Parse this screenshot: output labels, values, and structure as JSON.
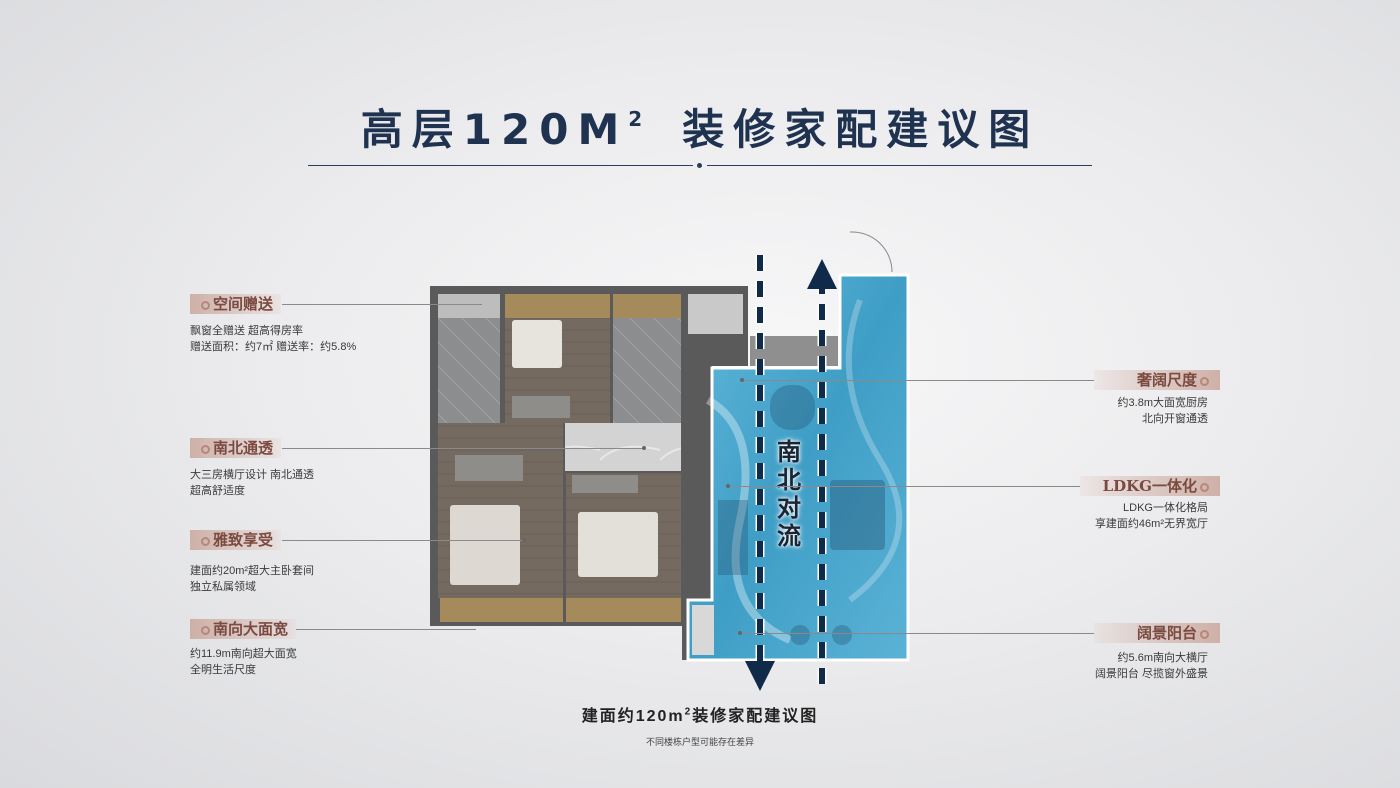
{
  "title": {
    "main": "高层120M",
    "sup": "2",
    "sub": "装修家配建议图"
  },
  "labels": [
    {
      "key": "gift",
      "tag": "空间赠送",
      "lines": [
        "飘窗全赠送 超高得房率",
        "赠送面积：约7㎡ 赠送率：约5.8%"
      ]
    },
    {
      "key": "through",
      "tag": "南北通透",
      "lines": [
        "大三房横厅设计 南北通透",
        "超高舒适度"
      ]
    },
    {
      "key": "elegant",
      "tag": "雅致享受",
      "lines": [
        "建面约20m²超大主卧套间",
        "独立私属领域"
      ]
    },
    {
      "key": "wide",
      "tag": "南向大面宽",
      "lines": [
        "约11.9m南向超大面宽",
        "全明生活尺度"
      ]
    },
    {
      "key": "luxury",
      "tag": "奢阔尺度",
      "lines": [
        "约3.8m大面宽厨房",
        "北向开窗通透"
      ]
    },
    {
      "key": "ldkg",
      "tag": "LDKG一体化",
      "lines": [
        "LDKG一体化格局",
        "享建面约46m²无界宽厅"
      ]
    },
    {
      "key": "balcony",
      "tag": "阔景阳台",
      "lines": [
        "约5.6m南向大横厅",
        "阔景阳台 尽揽窗外盛景"
      ]
    }
  ],
  "flow_label": "南北对流",
  "caption": {
    "text": "建面约120m",
    "sup": "2",
    "tail": "装修家配建议图"
  },
  "note": "不同楼栋户型可能存在差异",
  "colors": {
    "title": "#1f3350",
    "tag_text": "#7b4a40",
    "highlight": "#4aa6cc",
    "wall": "#5b5b5b",
    "floor_wood": "#7a6d62",
    "arrow": "#102a4a"
  }
}
